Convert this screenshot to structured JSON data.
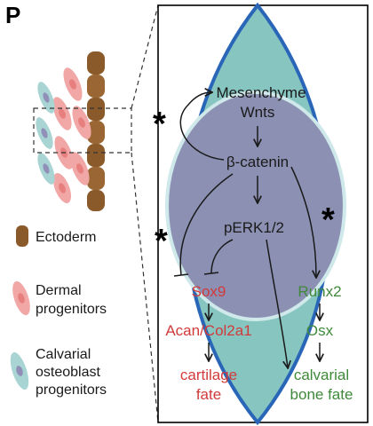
{
  "panel_label": "P",
  "legend": {
    "ectoderm": "Ectoderm",
    "dermal_1": "Dermal",
    "dermal_2": "progenitors",
    "calvarial_1": "Calvarial",
    "calvarial_2": "osteoblast",
    "calvarial_3": "progenitors"
  },
  "pathway": {
    "mesenchyme_wnts_1": "Mesenchyme",
    "mesenchyme_wnts_2": "Wnts",
    "beta_catenin": "β-catenin",
    "perk": "pERK1/2",
    "sox9": "Sox9",
    "acan": "Acan/Col2a1",
    "cartilage_1": "cartilage",
    "cartilage_2": "fate",
    "runx2": "Runx2",
    "osx": "Osx",
    "bone_1": "calvarial",
    "bone_2": "bone fate"
  },
  "markers": {
    "star_1": "*",
    "star_2": "*",
    "star_3": "*"
  },
  "colors": {
    "ectoderm": "#8b5a2b",
    "dermal": "#f2a7a7",
    "osteoblast": "#a9d4d4",
    "outer_region": "#86c5c0",
    "inner_region": "#8c91b4",
    "boundary": "#2a66b8",
    "cartilage_text": "#d23a3a",
    "bone_text": "#3f8a3a"
  }
}
